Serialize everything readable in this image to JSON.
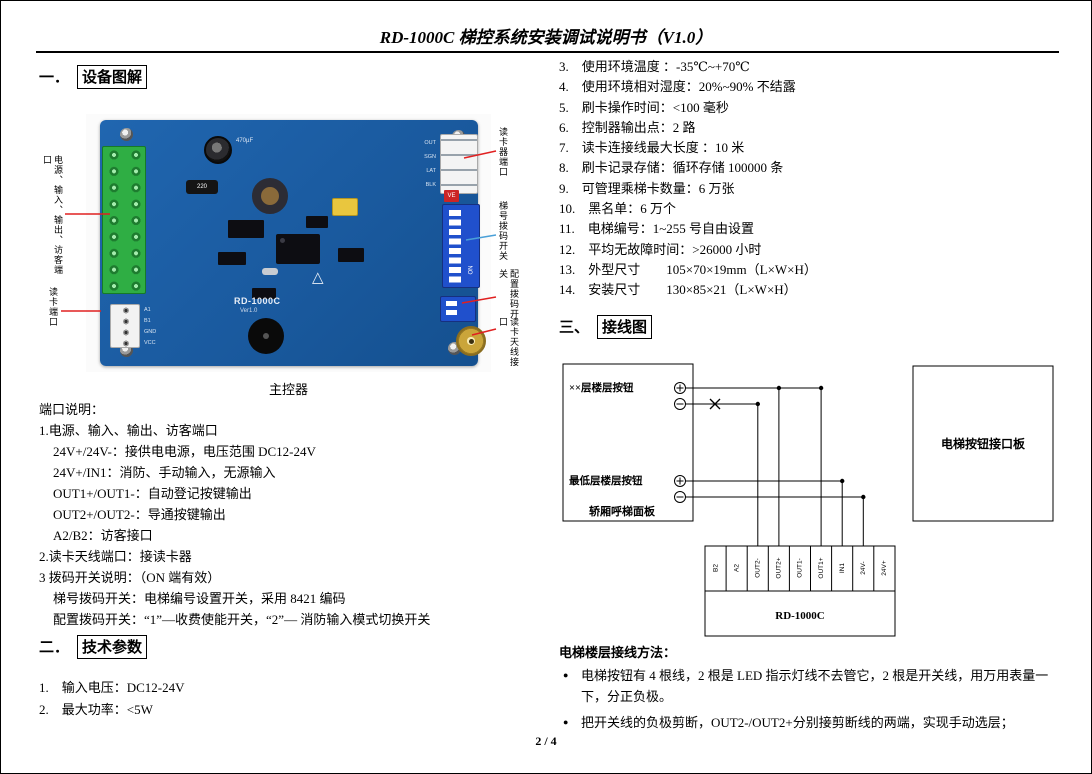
{
  "doc": {
    "title": "RD-1000C 梯控系统安装调试说明书（V1.0）",
    "page_number": "2 / 4"
  },
  "sections": {
    "s1_prefix": "一．",
    "s1_title": "设备图解",
    "s2_prefix": "二．",
    "s2_title": "技术参数",
    "s3_prefix": "三、",
    "s3_title": "接线图"
  },
  "board": {
    "caption": "主控器",
    "silk": {
      "model": "RD-1000C",
      "version": "Ver1.0",
      "cap_large": "470µF",
      "cap_small": "220",
      "dip_on": "ON",
      "dip_tag": "VE",
      "conn_top_pins": [
        "OUT",
        "SGN",
        "LAT",
        "BLK"
      ],
      "conn_bottom_pins": [
        "A1",
        "B1",
        "GND",
        "VCC"
      ]
    },
    "callouts": {
      "left_top": "电源、输入、输出、访客端口",
      "left_bottom": "读卡端口",
      "right_top": "读卡器端口",
      "right_dip1": "梯号拨码开关",
      "right_dip2": "配置拨码开关",
      "right_antenna": "读卡天线接口"
    }
  },
  "port_section": {
    "heading": "端口说明：",
    "lines": [
      "1.电源、输入、输出、访客端口",
      "24V+/24V-：接供电电源，电压范围 DC12-24V",
      "24V+/IN1：消防、手动输入，无源输入",
      "OUT1+/OUT1-：自动登记按键输出",
      "OUT2+/OUT2-：导通按键输出",
      "A2/B2：访客接口",
      "2.读卡天线端口：接读卡器",
      "3 拨码开关说明：（ON 端有效）",
      "梯号拨码开关：电梯编号设置开关，采用 8421 编码",
      "配置拨码开关：“1”—收费使能开关，“2”— 消防输入模式切换开关"
    ]
  },
  "tech_params": {
    "lines": [
      "1.　输入电压：DC12-24V",
      "2.　最大功率：<5W"
    ]
  },
  "specs": {
    "lines": [
      "3.　使用环境温度 ：-35℃~+70℃",
      "4.　使用环境相对湿度：20%~90% 不结露",
      "5.　刷卡操作时间：<100 毫秒",
      "6.　控制器输出点：2 路",
      "7.　读卡连接线最大长度 ：10 米",
      "8.　刷卡记录存储：循环存储 100000 条",
      "9.　可管理乘梯卡数量：6 万张",
      "10.　黑名单：6 万个",
      "11.　电梯编号：1~255 号自由设置",
      "12.　平均无故障时间：>26000 小时",
      "13.　外型尺寸　　105×70×19mm（L×W×H）",
      "14.　安装尺寸　　130×85×21（L×W×H）"
    ]
  },
  "diagram": {
    "floor_label_top": "××层楼层按钮",
    "floor_label_bottom": "最低层楼层按钮",
    "panel_label": "轿厢呼梯面板",
    "interface_board_label": "电梯按钮接口板",
    "controller_label": "RD-1000C",
    "terminals": [
      "B2",
      "A2",
      "OUT2-",
      "OUT2+",
      "OUT1-",
      "OUT1+",
      "IN1",
      "24V-",
      "24V+"
    ]
  },
  "wiring": {
    "heading": "电梯楼层接线方法：",
    "bullets": [
      "电梯按钮有 4 根线，2 根是 LED 指示灯线不去管它，2 根是开关线，用万用表量一下，分正负极。",
      "把开关线的负极剪断，OUT2-/OUT2+分别接剪断线的两端，实现手动选层；"
    ]
  }
}
